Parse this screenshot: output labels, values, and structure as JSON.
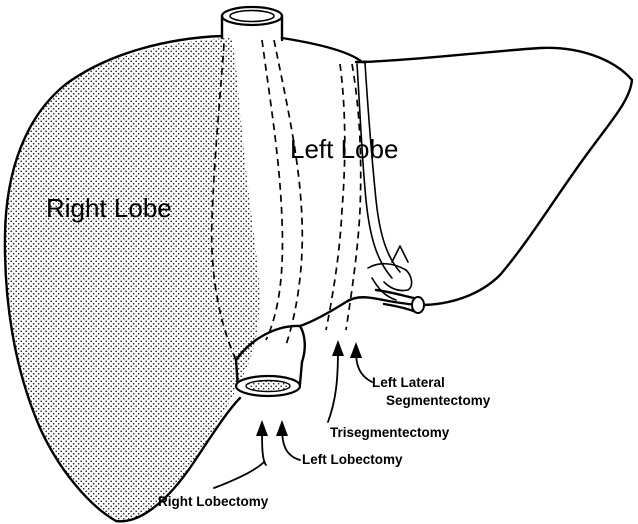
{
  "labels": {
    "left_lobe": "Left Lobe",
    "right_lobe": "Right Lobe",
    "left_lateral_line1": "Left Lateral",
    "left_lateral_line2": "Segmentectomy",
    "trisegmentectomy": "Trisegmentectomy",
    "left_lobectomy": "Left Lobectomy",
    "right_lobectomy": "Right Lobectomy"
  },
  "colors": {
    "ink": "#000000",
    "background": "#ffffff",
    "stipple": "#000000"
  }
}
